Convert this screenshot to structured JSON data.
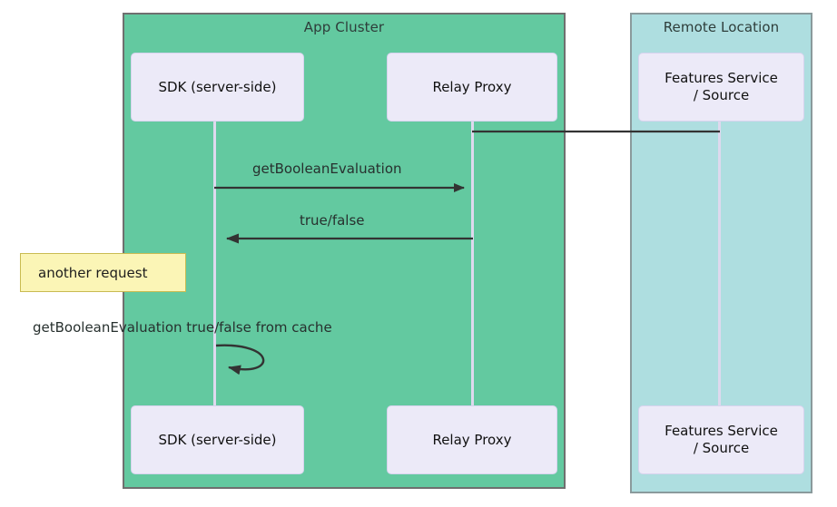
{
  "diagram": {
    "type": "sequence-diagram",
    "title": "",
    "groups": [
      {
        "name": "app-cluster",
        "label": "App Cluster",
        "color": "#63c9a0",
        "border_color": "#6f6f6f"
      },
      {
        "name": "remote-location",
        "label": "Remote Location",
        "color": "#aedee0",
        "border_color": "#8a9a9c"
      }
    ],
    "participants": [
      {
        "name": "sdk",
        "label": "SDK (server-side)",
        "group": "app-cluster"
      },
      {
        "name": "relay-proxy",
        "label": "Relay Proxy",
        "group": "app-cluster"
      },
      {
        "name": "features-service",
        "label_line1": "Features Service",
        "label_line2": "/ Source",
        "group": "remote-location"
      }
    ],
    "messages": [
      {
        "name": "relay-to-features-link",
        "label": "",
        "from": "relay-proxy",
        "to": "features-service",
        "direction": "right",
        "arrowhead": false
      },
      {
        "name": "get-boolean-evaluation",
        "label": "getBooleanEvaluation",
        "from": "sdk",
        "to": "relay-proxy",
        "direction": "right",
        "arrowhead": true
      },
      {
        "name": "true-false-response",
        "label": "true/false",
        "from": "relay-proxy",
        "to": "sdk",
        "direction": "left",
        "arrowhead": true
      },
      {
        "name": "cache-self-call",
        "label": "getBooleanEvaluation true/false from cache",
        "from": "sdk",
        "to": "sdk",
        "direction": "self",
        "arrowhead": true
      }
    ],
    "notes": [
      {
        "name": "another-request-note",
        "text": "another request",
        "fill": "#fbf5b6",
        "border": "#c9bb52"
      }
    ],
    "actor_box_fill": "#eceaf8",
    "lifeline_color": "#ded9ee",
    "arrow_color": "#333333"
  }
}
